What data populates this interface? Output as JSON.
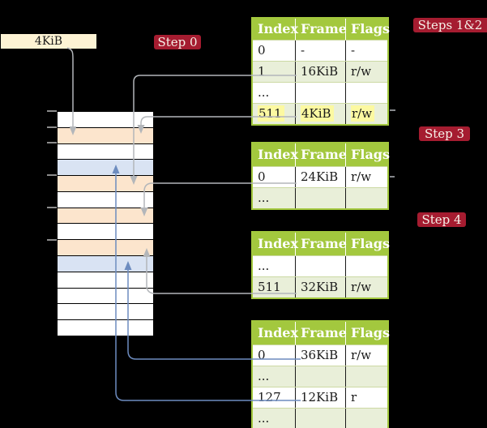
{
  "frame_size_label": "4KiB",
  "badges": {
    "step0": "Step 0",
    "steps12": "Steps 1&2",
    "step3": "Step 3",
    "step4": "Step 4"
  },
  "memory_column": {
    "rows": [
      {
        "color": "white"
      },
      {
        "color": "orange"
      },
      {
        "color": "white"
      },
      {
        "color": "blue"
      },
      {
        "color": "orange"
      },
      {
        "color": "white"
      },
      {
        "color": "orange"
      },
      {
        "color": "white"
      },
      {
        "color": "orange"
      },
      {
        "color": "blue"
      },
      {
        "color": "white"
      },
      {
        "color": "white"
      },
      {
        "color": "white"
      },
      {
        "color": "white"
      }
    ]
  },
  "tables": [
    {
      "headers": [
        "Index",
        "Frame",
        "Flags"
      ],
      "rows": [
        {
          "index": "0",
          "frame": "-",
          "flags": "-",
          "shaded": false,
          "highlight": false
        },
        {
          "index": "1",
          "frame": "16KiB",
          "flags": "r/w",
          "shaded": true,
          "highlight": false
        },
        {
          "index": "...",
          "frame": "",
          "flags": "",
          "shaded": false,
          "highlight": false
        },
        {
          "index": "511",
          "frame": "4KiB",
          "flags": "r/w",
          "shaded": true,
          "highlight": true
        }
      ]
    },
    {
      "headers": [
        "Index",
        "Frame",
        "Flags"
      ],
      "rows": [
        {
          "index": "0",
          "frame": "24KiB",
          "flags": "r/w",
          "shaded": false,
          "highlight": false
        },
        {
          "index": "...",
          "frame": "",
          "flags": "",
          "shaded": true,
          "highlight": false
        }
      ]
    },
    {
      "headers": [
        "Index",
        "Frame",
        "Flags"
      ],
      "rows": [
        {
          "index": "...",
          "frame": "",
          "flags": "",
          "shaded": false,
          "highlight": false
        },
        {
          "index": "511",
          "frame": "32KiB",
          "flags": "r/w",
          "shaded": true,
          "highlight": false
        }
      ]
    },
    {
      "headers": [
        "Index",
        "Frame",
        "Flags"
      ],
      "rows": [
        {
          "index": "0",
          "frame": "36KiB",
          "flags": "r/w",
          "shaded": false,
          "highlight": false
        },
        {
          "index": "...",
          "frame": "",
          "flags": "",
          "shaded": true,
          "highlight": false
        },
        {
          "index": "127",
          "frame": "12KiB",
          "flags": "r",
          "shaded": false,
          "highlight": false
        },
        {
          "index": "...",
          "frame": "",
          "flags": "",
          "shaded": true,
          "highlight": false
        }
      ]
    }
  ],
  "colors": {
    "background": "#000000",
    "badge_red": "#a51c30",
    "table_header_green": "#a3c83e",
    "table_shaded_row": "#e9efd9",
    "highlight_yellow": "#fcf9a1",
    "memory_orange": "#fce5cd",
    "memory_blue": "#d9e3f3",
    "frame_label_cream": "#fdf3d4",
    "arrow_gray": "#b3b6ba",
    "arrow_blue": "#6d8cbf"
  }
}
